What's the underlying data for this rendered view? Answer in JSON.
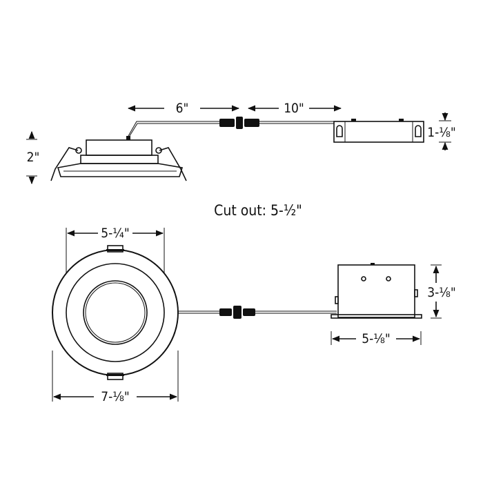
{
  "dimensions": {
    "cable_to_connector": "6\"",
    "cable_to_driver": "10\"",
    "driver_height": "1-⅛\"",
    "fixture_height": "2\"",
    "cut_out": "Cut out: 5-½\"",
    "aperture_diameter": "5-¼\"",
    "trim_diameter": "7-⅛\"",
    "junction_box_height": "3-⅛\"",
    "junction_box_width": "5-⅛\""
  }
}
